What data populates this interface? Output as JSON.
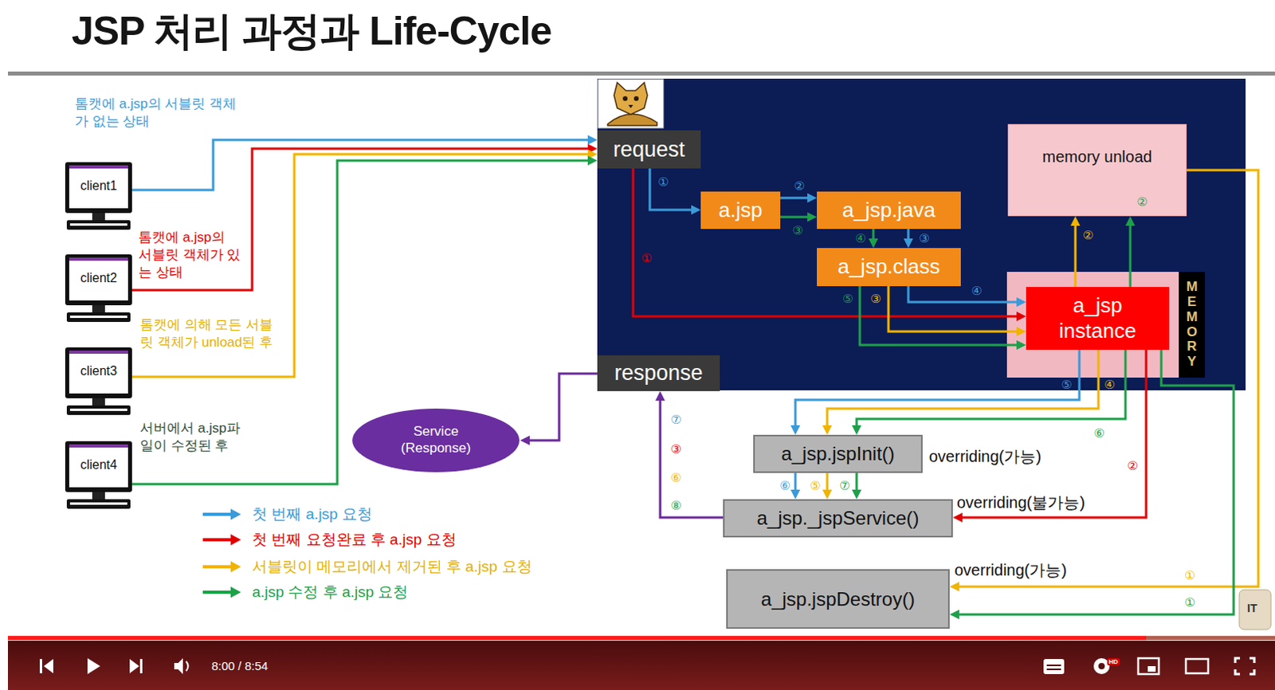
{
  "diagram": {
    "title": "JSP 처리 과정과 Life-Cycle",
    "nodes": [
      {
        "text": [
          "client1"
        ]
      },
      {
        "text": [
          "client2"
        ]
      },
      {
        "text": [
          "client3"
        ]
      },
      {
        "text": [
          "client4"
        ]
      },
      {
        "text": [
          "request"
        ]
      },
      {
        "text": [
          "a.jsp"
        ]
      },
      {
        "text": [
          "a_jsp.java"
        ]
      },
      {
        "text": [
          "a_jsp.class"
        ]
      },
      {
        "text": [
          "memory unload"
        ]
      },
      {
        "text": [
          "MEMORY"
        ]
      },
      {
        "text": [
          "a_jsp instance"
        ],
        "in": 9
      },
      {
        "text": [
          "response"
        ]
      },
      {
        "text": [
          "Service (Response)"
        ]
      },
      {
        "text": [
          "a_jsp.jspInit()"
        ]
      },
      {
        "text": [
          "a_jsp._jspService()"
        ]
      },
      {
        "text": [
          "a_jsp.jspDestroy()"
        ]
      }
    ],
    "edges": [
      {
        "from": 0,
        "to": 4,
        "arrow": "to"
      },
      {
        "from": 1,
        "to": 4,
        "arrow": "to"
      },
      {
        "from": 2,
        "to": 4,
        "arrow": "to"
      },
      {
        "from": 3,
        "to": 4,
        "arrow": "to"
      },
      {
        "from": 4,
        "to": 5,
        "arrow": "to"
      },
      {
        "from": 5,
        "to": 6,
        "arrow": "to"
      },
      {
        "from": 5,
        "to": 6,
        "arrow": "to"
      },
      {
        "from": 6,
        "to": 7,
        "arrow": "to"
      },
      {
        "from": 6,
        "to": 7,
        "arrow": "to"
      },
      {
        "from": 4,
        "to": 10,
        "arrow": "to"
      },
      {
        "from": 7,
        "to": 10,
        "arrow": "to"
      },
      {
        "from": 7,
        "to": 10,
        "arrow": "to"
      },
      {
        "from": 7,
        "to": 10,
        "arrow": "to"
      },
      {
        "from": 10,
        "to": 8,
        "arrow": "to"
      },
      {
        "from": 10,
        "to": 8,
        "arrow": "to"
      },
      {
        "from": 10,
        "to": 13,
        "arrow": "to"
      },
      {
        "from": 10,
        "to": 13,
        "arrow": "to"
      },
      {
        "from": 10,
        "to": 13,
        "arrow": "to"
      },
      {
        "from": 13,
        "to": 14,
        "arrow": "to"
      },
      {
        "from": 13,
        "to": 14,
        "arrow": "to"
      },
      {
        "from": 13,
        "to": 14,
        "arrow": "to"
      },
      {
        "from": 10,
        "to": 14,
        "arrow": "to"
      },
      {
        "from": 14,
        "to": 11,
        "arrow": "to"
      },
      {
        "from": 11,
        "to": 12,
        "arrow": "to"
      },
      {
        "from": 8,
        "to": 15,
        "arrow": "to"
      },
      {
        "from": 10,
        "to": 15,
        "arrow": "to"
      }
    ],
    "labels": [
      "톰캣에 a.jsp의 서블릿 객체가 없는 상태",
      "톰캣에 a.jsp의 서블릿 객체가 있는 상태",
      "톰캣에 의해 모든 서블릿 객체가 unload된 후",
      "서버에서 a.jsp파일이 수정된 후",
      "overriding(가능)",
      "overriding(불가능)",
      "overriding(가능)",
      "①",
      "②",
      "③",
      "④",
      "③",
      "①",
      "④",
      "⑤",
      "③",
      "②",
      "②",
      "⑤",
      "④",
      "⑥",
      "⑥",
      "⑤",
      "⑦",
      "②",
      "⑦",
      "③",
      "⑥",
      "⑧",
      "①",
      "①",
      "IT",
      "8:00 / 8:54",
      "HD"
    ],
    "legend": [
      {
        "text": "첫 번째 a.jsp 요청"
      },
      {
        "text": "첫 번째 요청완료 후 a.jsp 요청"
      },
      {
        "text": "서블릿이 메모리에서 제거된 후 a.jsp 요청"
      },
      {
        "text": "a.jsp 수정 후 a.jsp 요청"
      }
    ]
  }
}
